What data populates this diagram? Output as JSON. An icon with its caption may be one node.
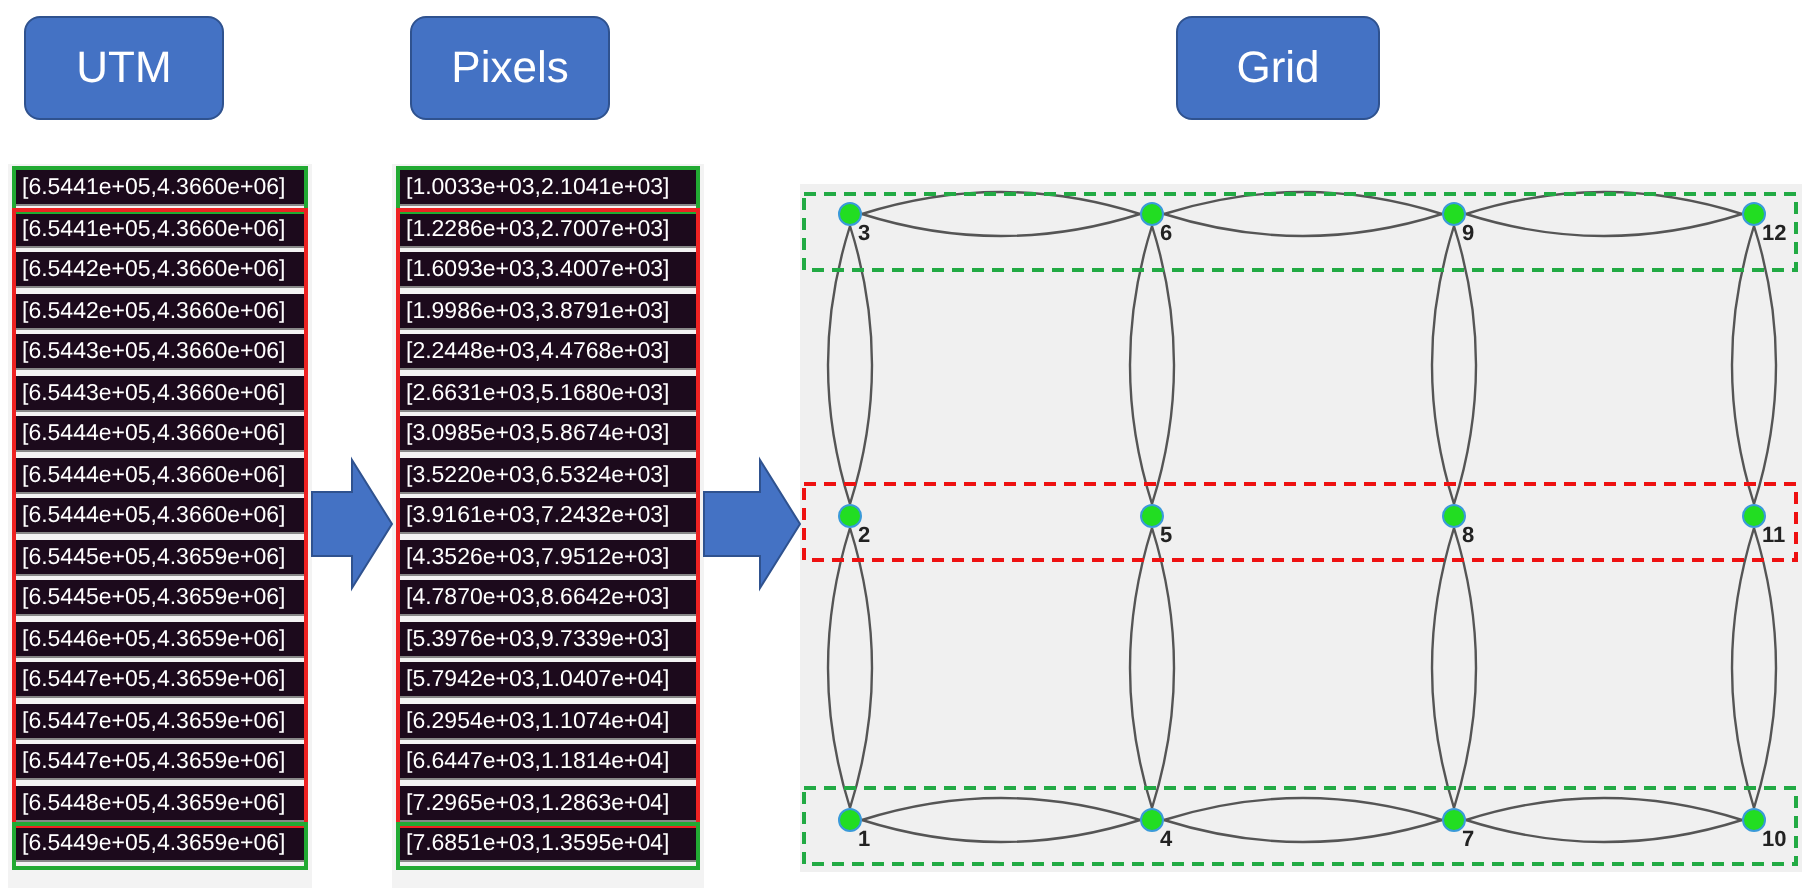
{
  "diagram": {
    "nodes": [
      {
        "text": [
          "UTM"
        ]
      },
      {
        "text": [
          "Pixels"
        ]
      },
      {
        "text": [
          "Grid"
        ]
      },
      {
        "text": [
          "[6.5441e+05,4.3660e+06]",
          "[6.5441e+05,4.3660e+06]",
          "[6.5442e+05,4.3660e+06]",
          "[6.5442e+05,4.3660e+06]",
          "[6.5443e+05,4.3660e+06]",
          "[6.5443e+05,4.3660e+06]",
          "[6.5444e+05,4.3660e+06]",
          "[6.5444e+05,4.3660e+06]",
          "[6.5444e+05,4.3660e+06]",
          "[6.5445e+05,4.3659e+06]",
          "[6.5445e+05,4.3659e+06]",
          "[6.5446e+05,4.3659e+06]",
          "[6.5447e+05,4.3659e+06]",
          "[6.5447e+05,4.3659e+06]",
          "[6.5447e+05,4.3659e+06]",
          "[6.5448e+05,4.3659e+06]",
          "[6.5449e+05,4.3659e+06]"
        ]
      },
      {
        "text": [
          "[1.0033e+03,2.1041e+03]",
          "[1.2286e+03,2.7007e+03]",
          "[1.6093e+03,3.4007e+03]",
          "[1.9986e+03,3.8791e+03]",
          "[2.2448e+03,4.4768e+03]",
          "[2.6631e+03,5.1680e+03]",
          "[3.0985e+03,5.8674e+03]",
          "[3.5220e+03,6.5324e+03]",
          "[3.9161e+03,7.2432e+03]",
          "[4.3526e+03,7.9512e+03]",
          "[4.7870e+03,8.6642e+03]",
          "[5.3976e+03,9.7339e+03]",
          "[5.7942e+03,1.0407e+04]",
          "[6.2954e+03,1.1074e+04]",
          "[6.6447e+03,1.1814e+04]",
          "[7.2965e+03,1.2863e+04]",
          "[7.6851e+03,1.3595e+04]"
        ]
      },
      {
        "text": [],
        "shape": "box"
      },
      {
        "text": [],
        "shape": "circle",
        "in": 5,
        "beside": [
          "3"
        ]
      },
      {
        "text": [],
        "shape": "circle",
        "in": 5,
        "beside": [
          "6"
        ]
      },
      {
        "text": [],
        "shape": "circle",
        "in": 5,
        "beside": [
          "9"
        ]
      },
      {
        "text": [],
        "shape": "circle",
        "in": 5,
        "beside": [
          "12"
        ]
      },
      {
        "text": [],
        "shape": "circle",
        "in": 5,
        "beside": [
          "2"
        ]
      },
      {
        "text": [],
        "shape": "circle",
        "in": 5,
        "beside": [
          "5"
        ]
      },
      {
        "text": [],
        "shape": "circle",
        "in": 5,
        "beside": [
          "8"
        ]
      },
      {
        "text": [],
        "shape": "circle",
        "in": 5,
        "beside": [
          "11"
        ]
      },
      {
        "text": [],
        "shape": "circle",
        "in": 5,
        "beside": [
          "1"
        ]
      },
      {
        "text": [],
        "shape": "circle",
        "in": 5,
        "beside": [
          "4"
        ]
      },
      {
        "text": [],
        "shape": "circle",
        "in": 5,
        "beside": [
          "7"
        ]
      },
      {
        "text": [],
        "shape": "circle",
        "in": 5,
        "beside": [
          "10"
        ]
      }
    ],
    "edges": [
      {
        "from": 3,
        "to": 4,
        "arrow": "to"
      },
      {
        "from": 4,
        "to": 5,
        "arrow": "to"
      },
      {
        "from": 6,
        "to": 7,
        "arrow": "none"
      },
      {
        "from": 6,
        "to": 7,
        "arrow": "none"
      },
      {
        "from": 7,
        "to": 8,
        "arrow": "none"
      },
      {
        "from": 7,
        "to": 8,
        "arrow": "none"
      },
      {
        "from": 8,
        "to": 9,
        "arrow": "none"
      },
      {
        "from": 8,
        "to": 9,
        "arrow": "none"
      },
      {
        "from": 6,
        "to": 10,
        "arrow": "none"
      },
      {
        "from": 6,
        "to": 10,
        "arrow": "none"
      },
      {
        "from": 7,
        "to": 11,
        "arrow": "none"
      },
      {
        "from": 7,
        "to": 11,
        "arrow": "none"
      },
      {
        "from": 8,
        "to": 12,
        "arrow": "none"
      },
      {
        "from": 8,
        "to": 12,
        "arrow": "none"
      },
      {
        "from": 9,
        "to": 13,
        "arrow": "none"
      },
      {
        "from": 9,
        "to": 13,
        "arrow": "none"
      },
      {
        "from": 10,
        "to": 14,
        "arrow": "none"
      },
      {
        "from": 10,
        "to": 14,
        "arrow": "none"
      },
      {
        "from": 11,
        "to": 15,
        "arrow": "none"
      },
      {
        "from": 11,
        "to": 15,
        "arrow": "none"
      },
      {
        "from": 12,
        "to": 16,
        "arrow": "none"
      },
      {
        "from": 12,
        "to": 16,
        "arrow": "none"
      },
      {
        "from": 13,
        "to": 17,
        "arrow": "none"
      },
      {
        "from": 13,
        "to": 17,
        "arrow": "none"
      },
      {
        "from": 14,
        "to": 15,
        "arrow": "none"
      },
      {
        "from": 14,
        "to": 15,
        "arrow": "none"
      },
      {
        "from": 15,
        "to": 16,
        "arrow": "none"
      },
      {
        "from": 15,
        "to": 16,
        "arrow": "none"
      },
      {
        "from": 16,
        "to": 17,
        "arrow": "none"
      },
      {
        "from": 16,
        "to": 17,
        "arrow": "none"
      }
    ]
  }
}
